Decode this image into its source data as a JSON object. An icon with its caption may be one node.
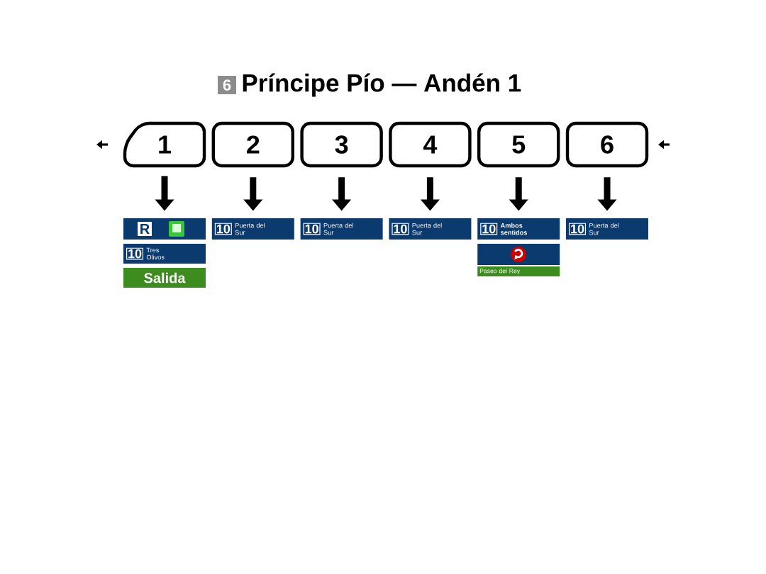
{
  "diagram": {
    "title": "Príncipe Pío — Andén 1",
    "nodes": [
      {
        "text": [
          "1"
        ]
      },
      {
        "text": [
          "2"
        ]
      },
      {
        "text": [
          "3"
        ]
      },
      {
        "text": [
          "4"
        ]
      },
      {
        "text": [
          "5"
        ]
      },
      {
        "text": [
          "6"
        ]
      },
      {
        "text": [
          "R"
        ]
      },
      {
        "text": [
          "10",
          "Tres Olivos"
        ]
      },
      {
        "text": [
          "Salida"
        ]
      },
      {
        "text": [
          "10",
          "Puerta del Sur"
        ]
      },
      {
        "text": [
          "10",
          "Puerta del Sur"
        ]
      },
      {
        "text": [
          "10",
          "Puerta del Sur"
        ]
      },
      {
        "text": [
          "10",
          "Ambos sentidos"
        ]
      },
      {
        "text": [],
        "shape": "box"
      },
      {
        "text": [
          "Paseo del Rey"
        ]
      },
      {
        "text": [
          "10",
          "Puerta del Sur"
        ]
      }
    ],
    "edges": [
      {
        "from": 0,
        "to": 6,
        "arrow": "to"
      },
      {
        "from": 1,
        "to": 9,
        "arrow": "to"
      },
      {
        "from": 2,
        "to": 10,
        "arrow": "to"
      },
      {
        "from": 3,
        "to": 11,
        "arrow": "to"
      },
      {
        "from": 4,
        "to": 12,
        "arrow": "to"
      },
      {
        "from": 5,
        "to": 15,
        "arrow": "to"
      }
    ],
    "labels": [
      "6"
    ]
  }
}
